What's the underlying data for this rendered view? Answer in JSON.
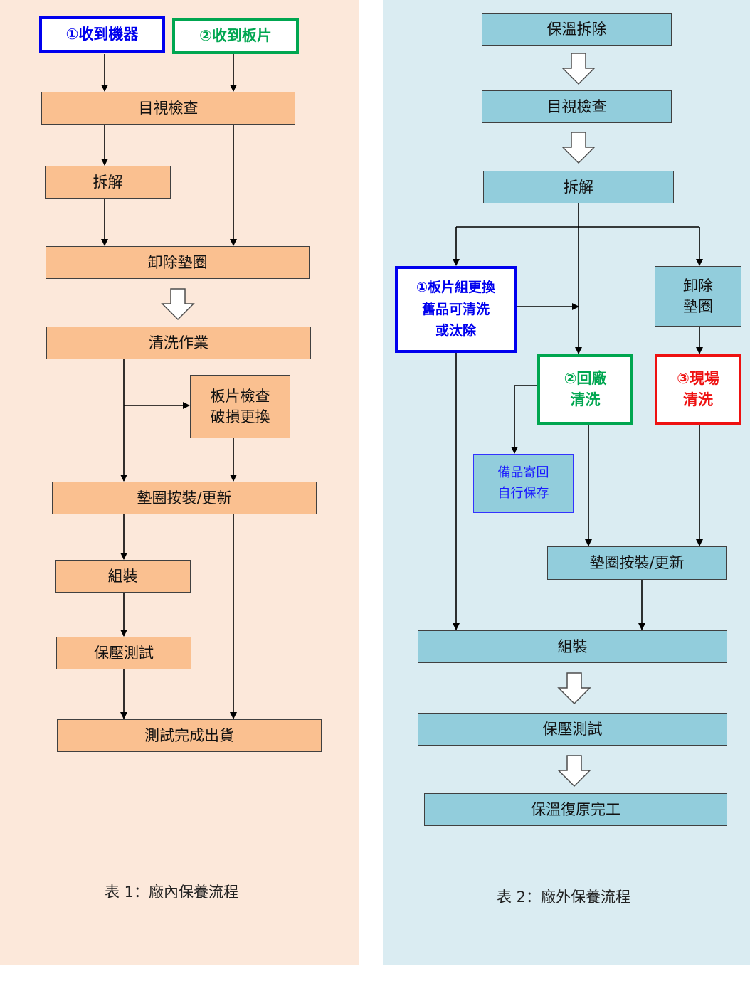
{
  "colors": {
    "left_panel_bg": "#fce8da",
    "right_panel_bg": "#daecf2",
    "orange_box": "#fac090",
    "blue_box": "#92cddc",
    "accent_blue": "#0000ee",
    "accent_green": "#00a650",
    "accent_red": "#ee1111",
    "spare_box_bg": "#92cddc",
    "spare_box_border": "#3333ff"
  },
  "left_flow": {
    "caption": "表 1：廠內保養流程",
    "start_machine": "①收到機器",
    "start_plates": "②收到板片",
    "visual_check": "目視檢查",
    "disassemble": "拆解",
    "remove_gasket": "卸除墊圈",
    "cleaning": "清洗作業",
    "plate_check": "板片檢查\n破損更換",
    "gasket_install": "墊圈按裝/更新",
    "assemble": "組裝",
    "pressure_test": "保壓測試",
    "ship": "測試完成出貨"
  },
  "right_flow": {
    "caption": "表 2：廠外保養流程",
    "remove_insulation": "保溫拆除",
    "visual_check": "目視檢查",
    "disassemble": "拆解",
    "plate_replace": "①板片組更換\n舊品可清洗\n或汰除",
    "factory_clean": "②回廠\n清洗",
    "remove_gasket": "卸除\n墊圈",
    "onsite_clean": "③現場\n清洗",
    "spare_return": "備品寄回\n自行保存",
    "gasket_install": "墊圈按裝/更新",
    "assemble": "組裝",
    "pressure_test": "保壓測試",
    "restore": "保溫復原完工"
  }
}
